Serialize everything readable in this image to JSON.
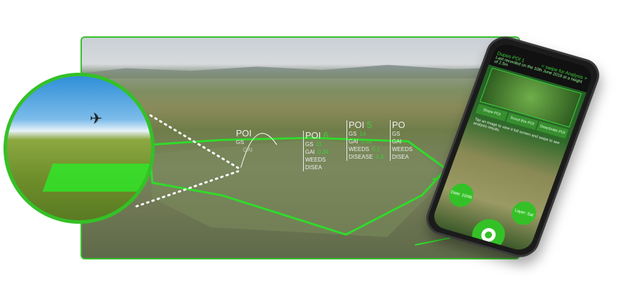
{
  "scene": {
    "pois": [
      {
        "label": "POI",
        "num": "",
        "rows": [
          {
            "k": "GS",
            "v": ""
          },
          {
            "k": "GAI",
            "v": ""
          }
        ]
      },
      {
        "label": "POI",
        "num": "6",
        "rows": [
          {
            "k": "GS",
            "v": "11"
          },
          {
            "k": "GAI",
            "v": "0.34"
          },
          {
            "k": "WEEDS",
            "v": ""
          },
          {
            "k": "DISEA",
            "v": ""
          }
        ]
      },
      {
        "label": "POI",
        "num": "5",
        "rows": [
          {
            "k": "GS",
            "v": "14"
          },
          {
            "k": "GAI",
            "v": "0.33"
          },
          {
            "k": "WEEDS",
            "v": "0.1"
          },
          {
            "k": "DISEASE",
            "v": "0.4"
          }
        ]
      },
      {
        "label": "PO",
        "num": "",
        "rows": [
          {
            "k": "GS",
            "v": ""
          },
          {
            "k": "GAI",
            "v": ""
          },
          {
            "k": "WEEDS",
            "v": ""
          },
          {
            "k": "DISEA",
            "v": ""
          }
        ]
      }
    ]
  },
  "phone": {
    "title": "Dupes POI 1",
    "swipe": "< swipe for Analysis >",
    "recorded": "Last recorded on the 10th June 2019 at a height of 2.5m",
    "buttons": [
      "Share POI",
      "Scout this POI",
      "Deactivate POI"
    ],
    "tip": "Tap an image to view it full screen and swipe to see analysis results.",
    "date_badge": "Date: 10/06",
    "layer_badge": "Layer: Sat"
  },
  "colors": {
    "accent": "#34c127"
  }
}
